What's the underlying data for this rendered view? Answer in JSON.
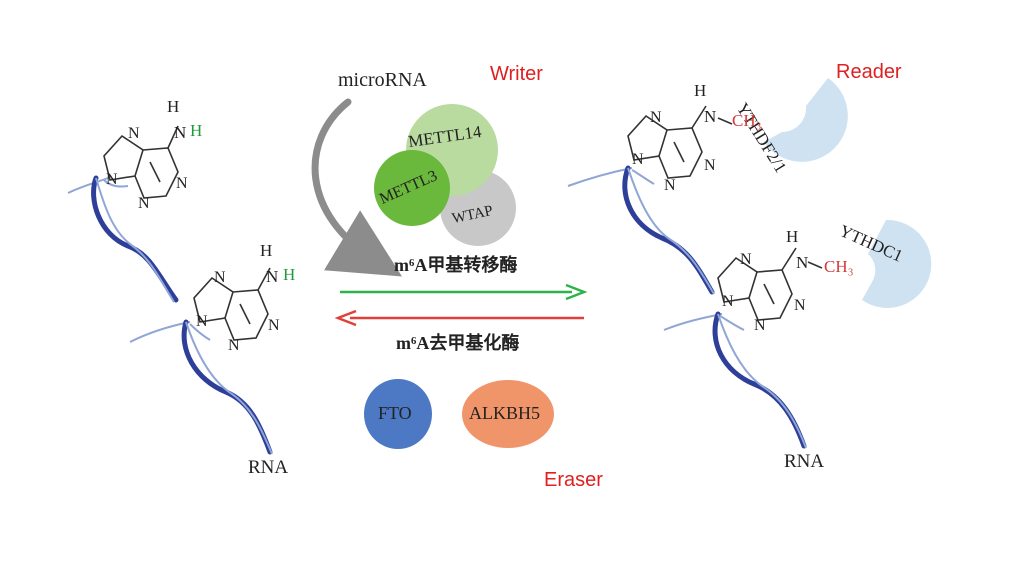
{
  "roles": {
    "writer": "Writer",
    "reader": "Reader",
    "eraser": "Eraser"
  },
  "labels": {
    "microrna": "microRNA",
    "rna_left": "RNA",
    "rna_right": "RNA",
    "m6a_transferase": "m⁶A甲基转移酶",
    "m6a_demethylase": "m⁶A去甲基化酶"
  },
  "proteins": {
    "mettl14": "METTL14",
    "mettl3": "METTL3",
    "wtap": "WTAP",
    "fto": "FTO",
    "alkbh5": "ALKBH5",
    "ythdf": "YTHDF2/1",
    "ythdc1": "YTHDC1"
  },
  "atoms": {
    "H": "H",
    "N": "N",
    "CH3": "CH₃"
  },
  "colors": {
    "role_red": "#e02020",
    "green_arrow": "#2fb24a",
    "red_arrow": "#e0403a",
    "rna_blue": "#2e3f9a",
    "mettl14_green": "#b9dba0",
    "mettl3_green": "#6ab83c",
    "wtap_gray": "#c8c8c8",
    "fto_blue": "#4d79c4",
    "alkbh5_orange": "#f0956a",
    "reader_blue": "#cfe2f2",
    "h_green": "#1f9a3a",
    "ch3_red": "#d33b3b"
  }
}
